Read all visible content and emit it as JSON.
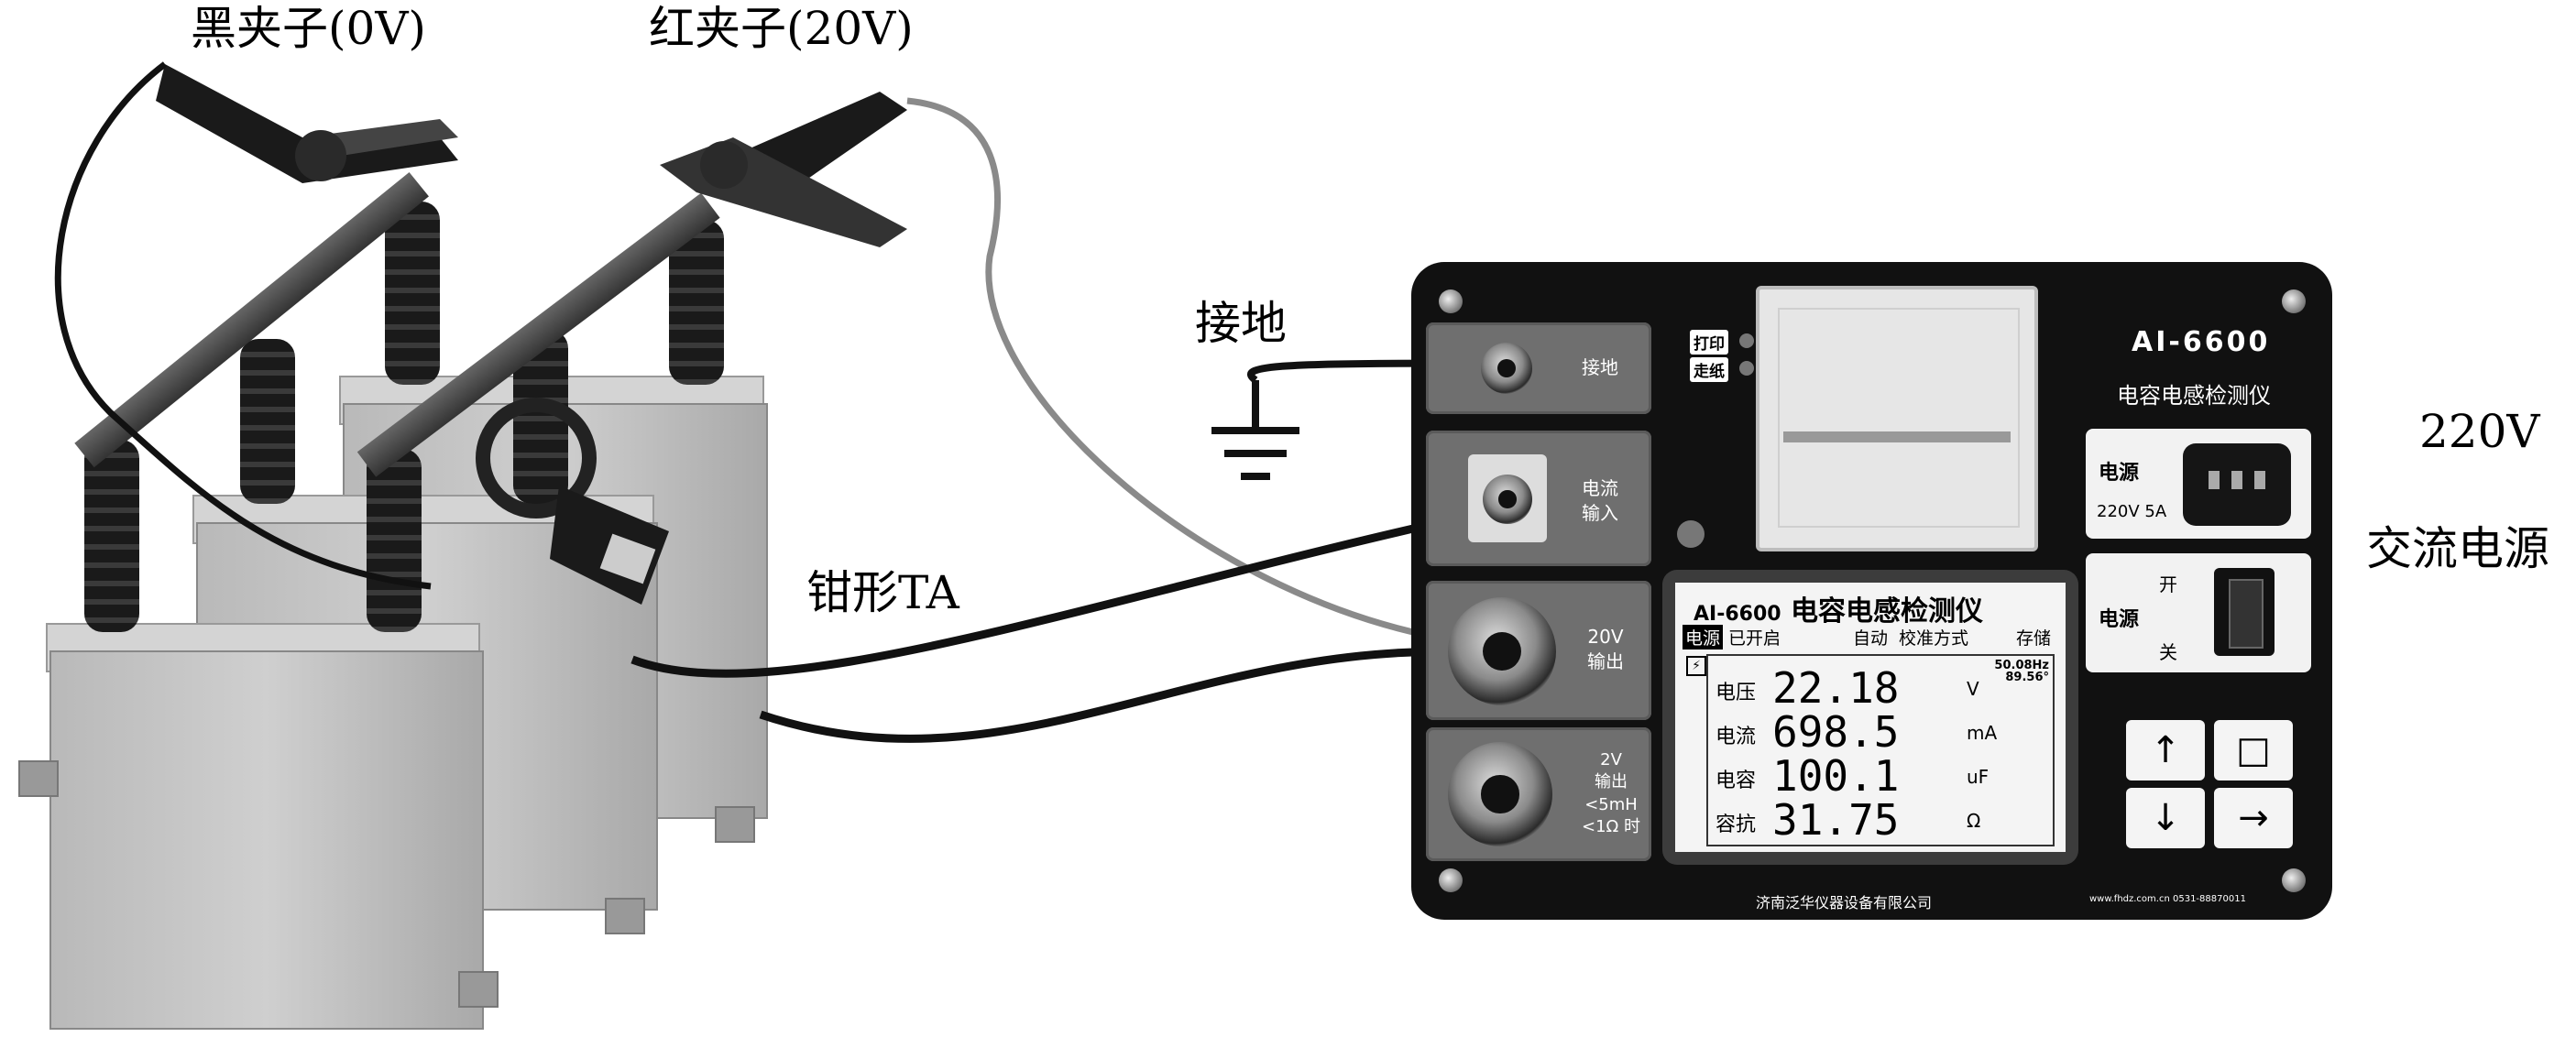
{
  "labels": {
    "black_clip": "黑夹子(0V)",
    "red_clip": "红夹子(20V)",
    "ground": "接地",
    "clamp_ta": "钳形TA",
    "power_voltage": "220V",
    "power_ac": "交流电源"
  },
  "device": {
    "model": "AI-6600",
    "name": "电容电感检测仪",
    "printer": {
      "print_btn": "打印",
      "feed_btn": "走纸"
    },
    "modules": {
      "ground_label": "接地",
      "current_input": "电流\n输入",
      "output_20v": "20V\n输出",
      "output_2v": "2V\n输出\n<5mH\n<1Ω 时"
    },
    "power_socket": {
      "label": "电源",
      "rating": "220V 5A"
    },
    "power_switch": {
      "label": "电源",
      "on": "开",
      "off": "关"
    },
    "keys": {
      "up": "↑",
      "stop": "□",
      "down": "↓",
      "right": "→"
    },
    "manufacturer": "济南泛华仪器设备有限公司",
    "website": "www.fhdz.com.cn  0531-88870011"
  },
  "lcd": {
    "title_model": "AI-6600",
    "title_name": "电容电感检测仪",
    "status_power": "电源",
    "status_on": "已开启",
    "status_auto": "自动",
    "status_calib": "校准方式",
    "status_save": "存储",
    "freq": "50.08Hz",
    "angle": "89.56°",
    "readings": [
      {
        "name": "电压",
        "value": "22.18",
        "unit": "V"
      },
      {
        "name": "电流",
        "value": "698.5",
        "unit": "mA"
      },
      {
        "name": "电容",
        "value": "100.1",
        "unit": "uF"
      },
      {
        "name": "容抗",
        "value": "31.75",
        "unit": "Ω"
      }
    ]
  },
  "colors": {
    "panel": "#111111",
    "module": "#6f6f6f",
    "red_wire": "#8a8a8a",
    "black_wire": "#111111"
  }
}
